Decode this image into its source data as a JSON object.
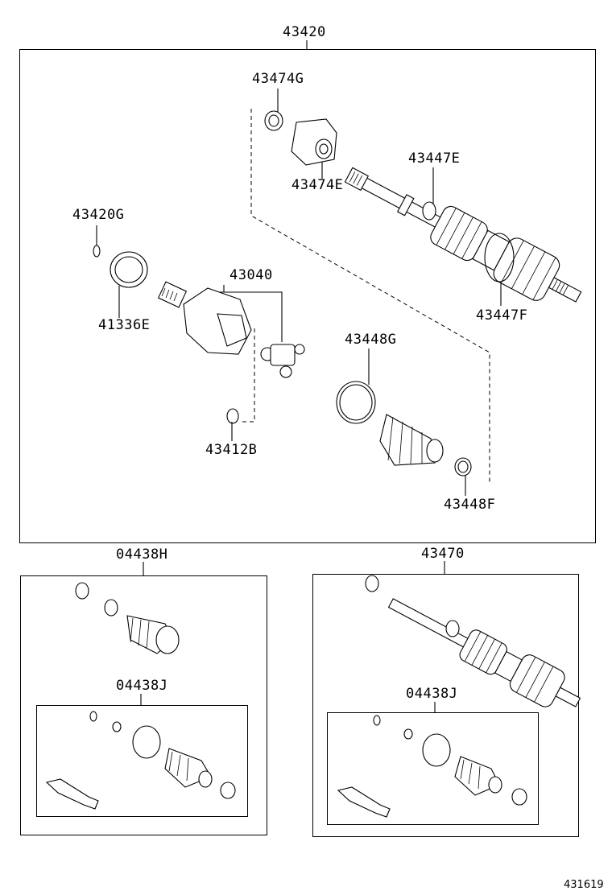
{
  "groups": {
    "main": {
      "part_no": "43420",
      "callouts": {
        "c1": "43474G",
        "c2": "43474E",
        "c3": "43447E",
        "c4": "43447F",
        "c5": "43420G",
        "c6": "41336E",
        "c7": "43040",
        "c8": "43412B",
        "c9": "43448G",
        "c10": "43448F"
      }
    },
    "kit_left": {
      "part_no": "04438H",
      "sub_part_no": "04438J"
    },
    "kit_right": {
      "part_no": "43470",
      "sub_part_no": "04438J"
    }
  },
  "figure_number": "431619"
}
